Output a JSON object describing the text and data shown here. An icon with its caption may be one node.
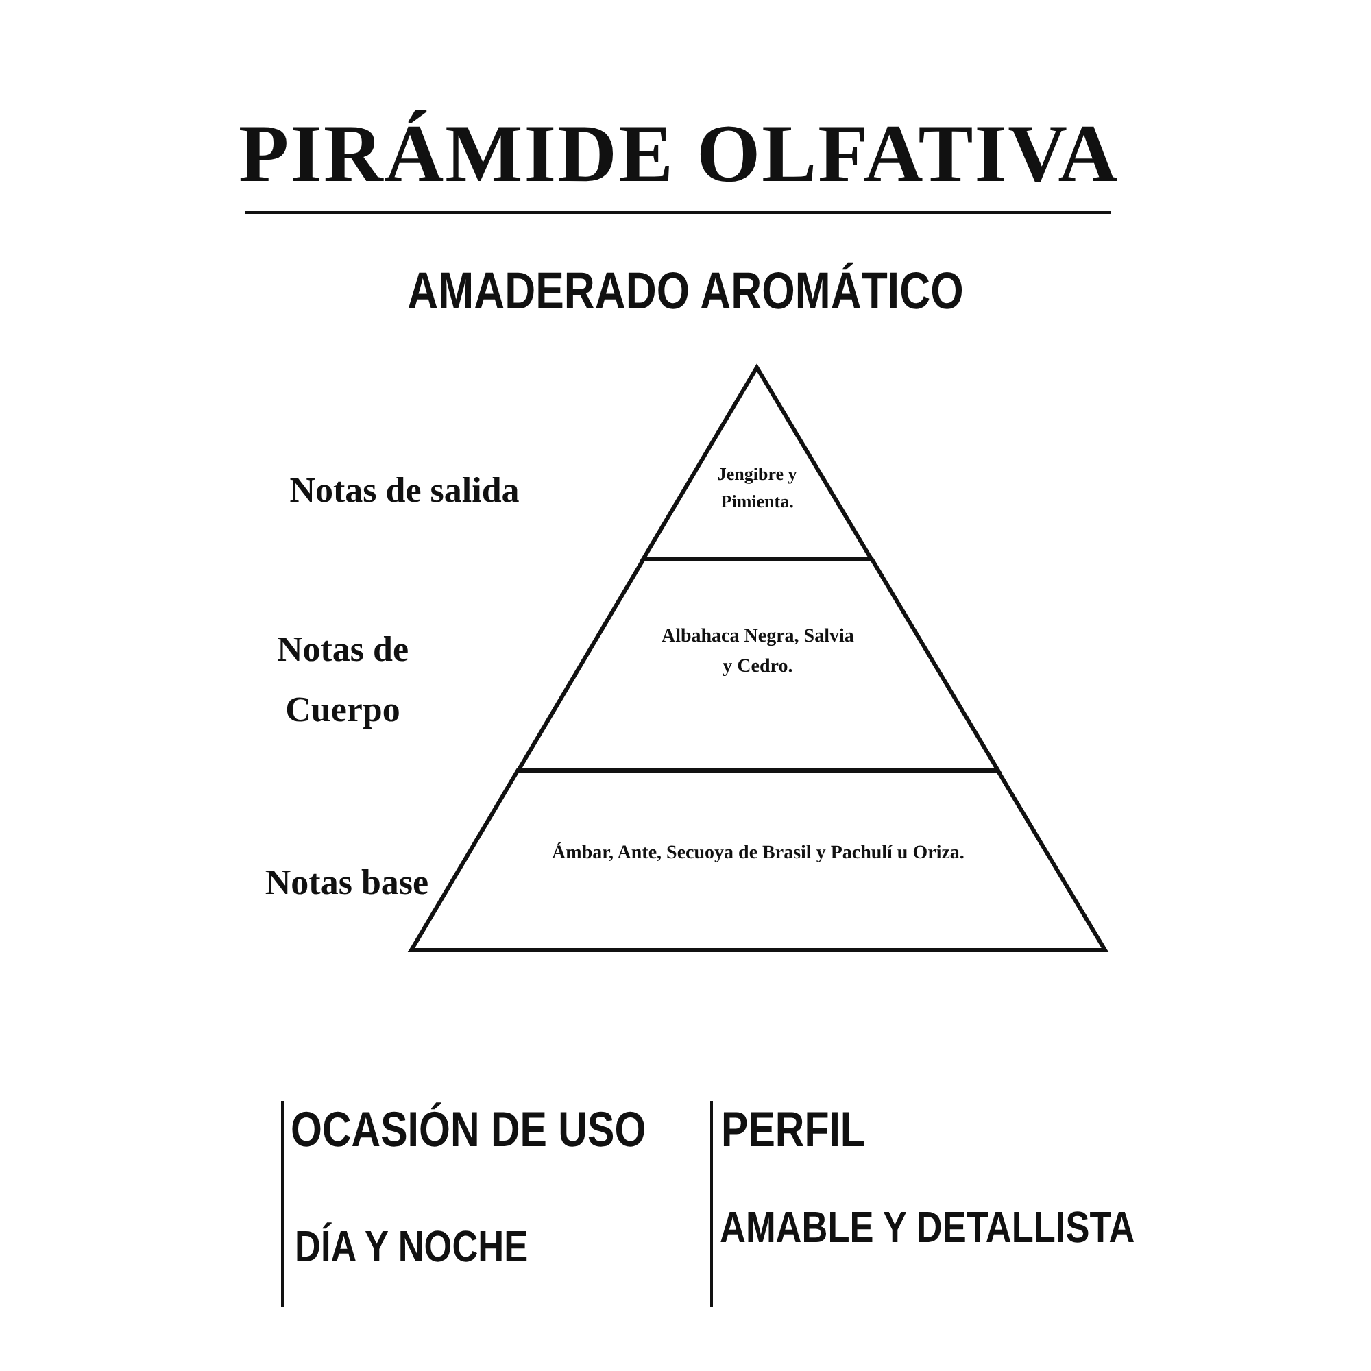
{
  "diagram": {
    "title": "PIRÁMIDE OLFATIVA",
    "nodes": [
      {
        "text": [
          "Jengibre y Pimienta."
        ]
      },
      {
        "text": [
          "Albahaca Negra, Salvia y Cedro."
        ]
      },
      {
        "text": [
          "Ámbar, Ante, Secuoya de Brasil y Pachulí u Oriza."
        ]
      }
    ],
    "labels": [
      "AMADERADO AROMÁTICO",
      "Notas de salida",
      "Notas de Cuerpo",
      "Notas base",
      "OCASIÓN DE USO",
      "PERFIL",
      "DÍA Y NOCHE",
      "AMABLE Y DETALLISTA"
    ]
  }
}
